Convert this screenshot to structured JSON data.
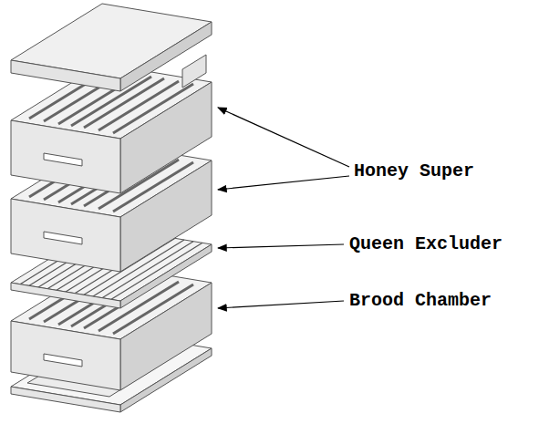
{
  "diagram": {
    "labels": [
      "Honey Super",
      "Queen Excluder",
      "Brood Chamber"
    ]
  }
}
